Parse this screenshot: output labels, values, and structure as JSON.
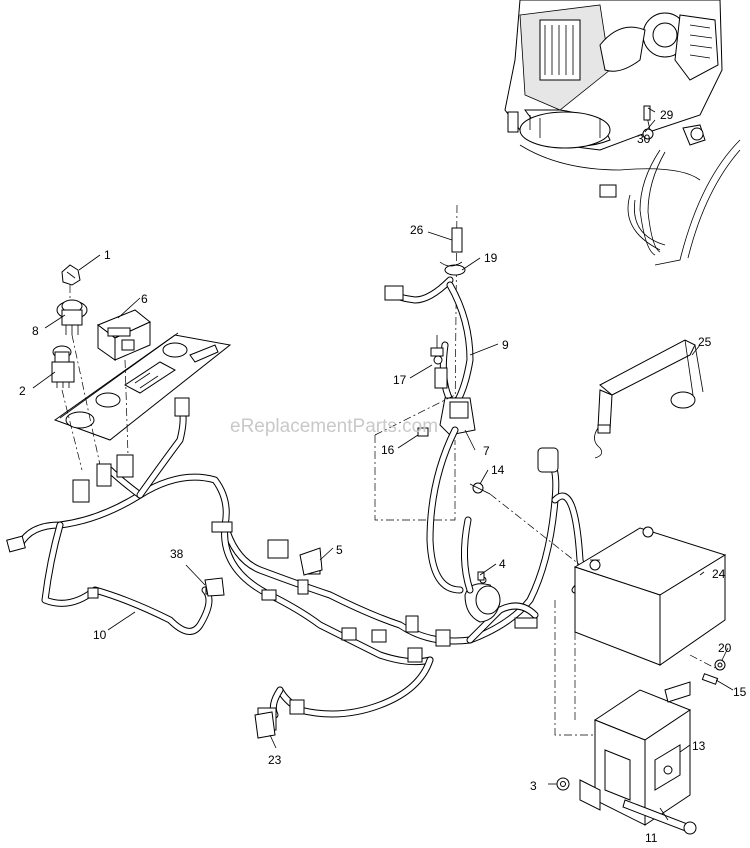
{
  "watermark": "eReplacementParts.com",
  "callouts": [
    {
      "id": "c1",
      "label": "1"
    },
    {
      "id": "c2",
      "label": "2"
    },
    {
      "id": "c3",
      "label": "3"
    },
    {
      "id": "c4",
      "label": "4"
    },
    {
      "id": "c5",
      "label": "5"
    },
    {
      "id": "c6",
      "label": "6"
    },
    {
      "id": "c7",
      "label": "7"
    },
    {
      "id": "c8",
      "label": "8"
    },
    {
      "id": "c9",
      "label": "9"
    },
    {
      "id": "c10",
      "label": "10"
    },
    {
      "id": "c11",
      "label": "11"
    },
    {
      "id": "c13",
      "label": "13"
    },
    {
      "id": "c14",
      "label": "14"
    },
    {
      "id": "c15",
      "label": "15"
    },
    {
      "id": "c16",
      "label": "16"
    },
    {
      "id": "c17",
      "label": "17"
    },
    {
      "id": "c19",
      "label": "19"
    },
    {
      "id": "c20",
      "label": "20"
    },
    {
      "id": "c23",
      "label": "23"
    },
    {
      "id": "c24",
      "label": "24"
    },
    {
      "id": "c25",
      "label": "25"
    },
    {
      "id": "c26",
      "label": "26"
    },
    {
      "id": "c29",
      "label": "29"
    },
    {
      "id": "c30",
      "label": "30"
    },
    {
      "id": "c38",
      "label": "38"
    }
  ]
}
